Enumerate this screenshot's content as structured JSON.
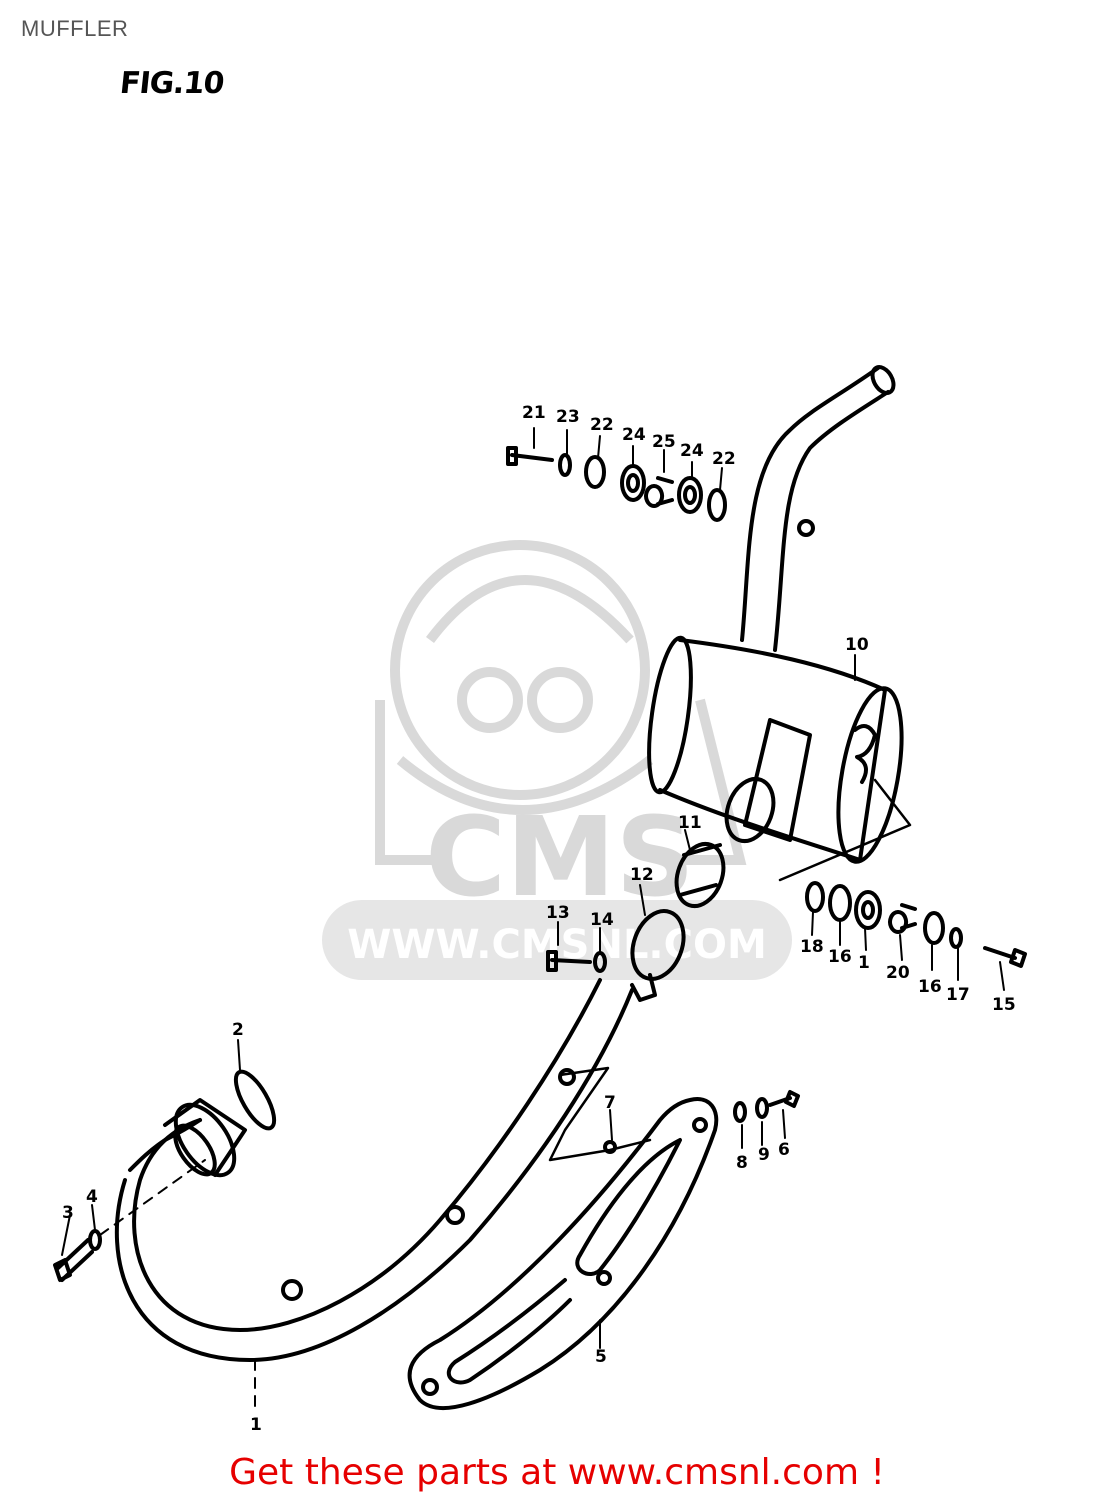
{
  "page": {
    "title": "MUFFLER",
    "figure_label": "FIG.10"
  },
  "watermark": {
    "brand": "CMS",
    "url": "WWW.CMSNL.COM"
  },
  "callouts": [
    "1",
    "2",
    "3",
    "4",
    "5",
    "6",
    "7",
    "8",
    "9",
    "10",
    "11",
    "12",
    "13",
    "14",
    "15",
    "16",
    "16",
    "17",
    "18",
    "1",
    "20",
    "21",
    "22",
    "22",
    "23",
    "24",
    "24",
    "25"
  ],
  "footer": {
    "link_text": "Get these parts at www.cmsnl.com !"
  },
  "colors": {
    "footer_text": "#e60000",
    "title_text": "#555555",
    "watermark": "#d9d9d9"
  }
}
